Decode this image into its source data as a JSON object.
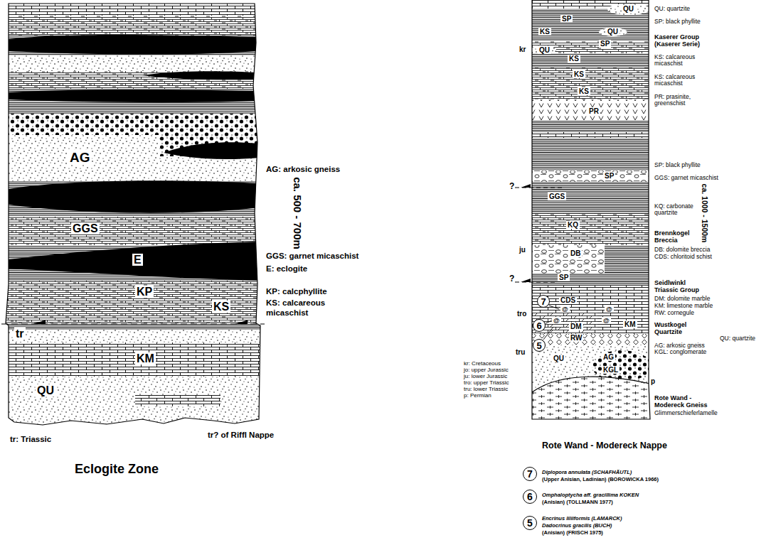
{
  "diagram": {
    "nodes": [
      {
        "text": [
          "7"
        ]
      },
      {
        "text": [
          "6"
        ]
      },
      {
        "text": [
          "5"
        ]
      },
      {
        "text": [
          "7"
        ]
      },
      {
        "text": [
          "6"
        ]
      },
      {
        "text": [
          "5"
        ]
      }
    ],
    "labels": [
      "AG",
      "AG: arkosic gneiss",
      "ca. 500 - 700m",
      "GGS",
      "GGS: garnet micaschist",
      "E",
      "E: eclogite",
      "KP",
      "KP: calcphyllite",
      "KS",
      "KS: calcareous micaschist",
      "tr",
      "KM",
      "QU",
      "tr: Triassic",
      "tr? of Riffl Nappe",
      "Eclogite Zone",
      "QU",
      "QU: quartzite",
      "SP",
      "SP: black phyllite",
      "KS",
      "QU",
      "Kaserer Group (Kaserer Serie)",
      "SP",
      "kr",
      "QU",
      "KS",
      "KS: calcareous micaschist",
      "KS",
      "KS: calcareous micaschist",
      "KS",
      "PR",
      "PR: prasinite, greenschist",
      "SP: black phyllite",
      "SP",
      "GGS: garnet micaschist",
      "?",
      "GGS",
      "KQ: carbonate quartzite",
      "ca. 1000 - 1500m",
      "KQ",
      "Brennkogel Breccia",
      "ju",
      "DB",
      "DB: dolomite breccia",
      "CDS: chloritoid schist",
      "?",
      "SP",
      "Seidlwinkl Triassic Group",
      "CDS",
      "DM: dolomite marble",
      "KM: limestone marble",
      "@",
      "@",
      "tro",
      "RW: cornegule",
      "@",
      "@",
      "KM",
      "DM",
      "Wustkogel Quartzite",
      "RW",
      "QU: quartzite",
      "AG: arkosic gneiss",
      "tru",
      "KGL: conglomerate",
      "QU",
      "AG",
      "kr: Cretaceous",
      "KGL",
      "jo: upper Jurassic",
      "ju: lower Jurassic",
      "tro: upper Triassic",
      "p",
      "tru: lower Triassic",
      "p: Permian",
      "Rote Wand - Modereck Gneiss",
      "Glimmerschieferlamelle",
      "Rote Wand - Modereck Nappe",
      "Diplopora annulata (SCHAFHÄUTL)",
      "(Upper Anisian, Ladinian) (BOROWICKA 1966)",
      "Omphaloptycha aff. gracillima KOKEN",
      "(Anisian) (TOLLMANN 1977)",
      "Encrinus liliiformis (LAMARCK)",
      "Dadocrinus gracilis (BUCH)",
      "(Anisian) (FRISCH 1975)"
    ]
  }
}
